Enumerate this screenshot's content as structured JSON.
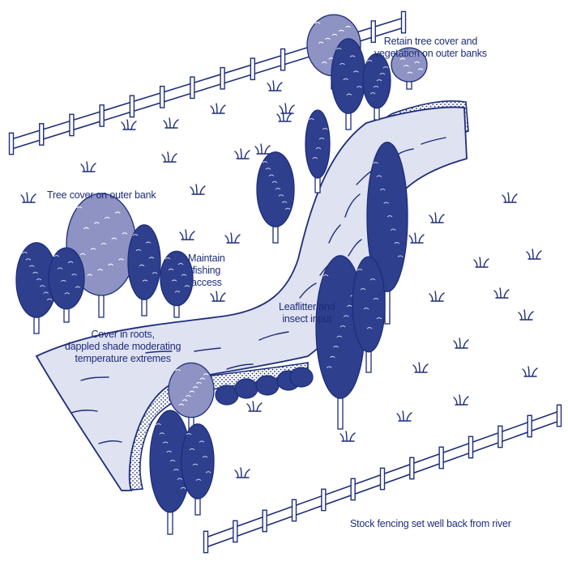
{
  "labels": {
    "retain_tree_cover": [
      "Retain tree cover and",
      "vegetation on outer banks"
    ],
    "tree_cover_outer_bank": [
      "Tree cover on outer bank"
    ],
    "maintain_fishing": [
      "Maintain",
      "fishing",
      "access"
    ],
    "leaflitter": [
      "Leaflitter and",
      "insect input"
    ],
    "cover_in_roots": [
      "Cover in roots,",
      "dappled shade moderating",
      "temperature extremes"
    ],
    "stock_fencing": [
      "Stock fencing set well back from river"
    ]
  },
  "colors": {
    "ink": "#1e2d7a",
    "tree_dark": "#2e3f8e",
    "tree_light": "#8e93c3",
    "water": "#dfe2f0",
    "paper": "#ffffff"
  }
}
